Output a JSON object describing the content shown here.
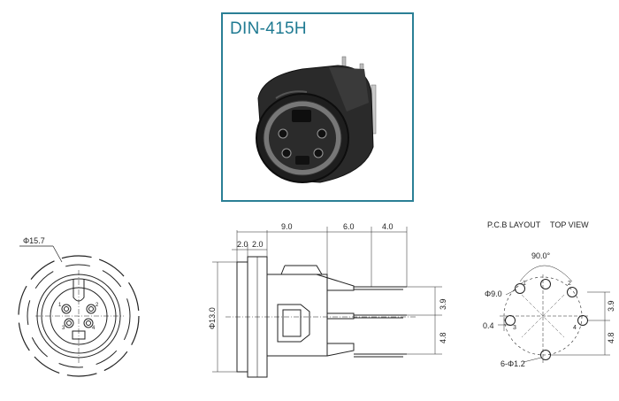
{
  "product": {
    "model": "DIN-415H"
  },
  "front_view": {
    "diameter_label": "Φ15.7",
    "pin_numbers": [
      "1",
      "2",
      "3",
      "4"
    ]
  },
  "side_view": {
    "top_dims": [
      "2.0",
      "2.0",
      "9.0",
      "6.0",
      "4.0"
    ],
    "height_dim": "Φ13.0",
    "right_dims": [
      "3.9",
      "4.8"
    ]
  },
  "pcb_layout": {
    "title": "P.C.B LAYOUT",
    "view": "TOP VIEW",
    "angle_label": "90.0°",
    "circle_dim": "Φ9.0",
    "offset_dim": "0.4",
    "hole_label": "6-Φ1.2",
    "right_dims": [
      "3.9",
      "4.8"
    ],
    "pin_numbers": [
      "1",
      "2",
      "3",
      "4"
    ]
  }
}
